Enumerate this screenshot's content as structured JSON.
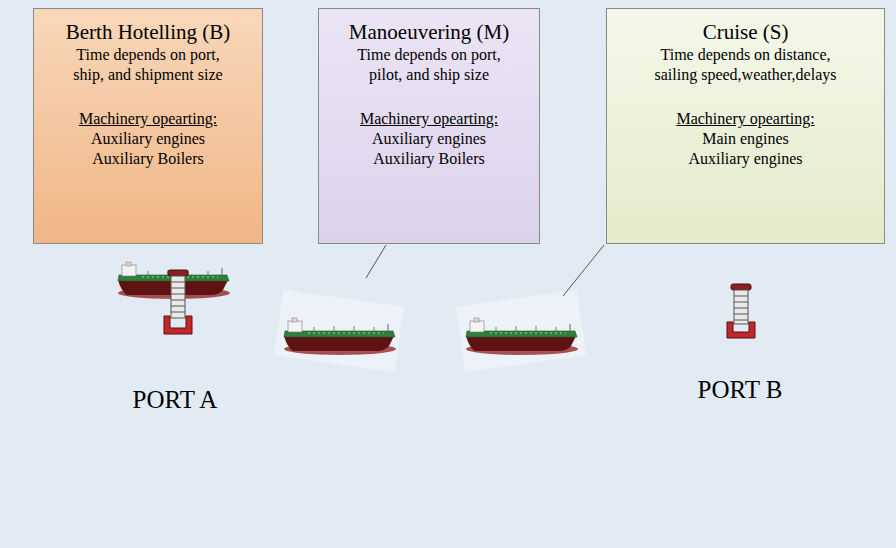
{
  "diagram": {
    "nodes": [
      {
        "text": [
          "Berth Hotelling (B)",
          "Time depends on port, ship, and shipment size",
          "Machinery opearting:",
          "Auxiliary engines",
          "Auxiliary Boilers"
        ]
      },
      {
        "text": [
          "Manoeuvering (M)",
          "Time depends on port, pilot, and ship size",
          "Machinery opearting:",
          "Auxiliary engines",
          "Auxiliary Boilers"
        ]
      },
      {
        "text": [
          "Cruise (S)",
          "Time depends on distance, sailing speed,weather,delays",
          "Machinery opearting:",
          "Main engines",
          "Auxiliary engines"
        ]
      },
      {
        "text": [
          "PORT A"
        ]
      },
      {
        "text": [
          "PORT B"
        ]
      }
    ]
  }
}
